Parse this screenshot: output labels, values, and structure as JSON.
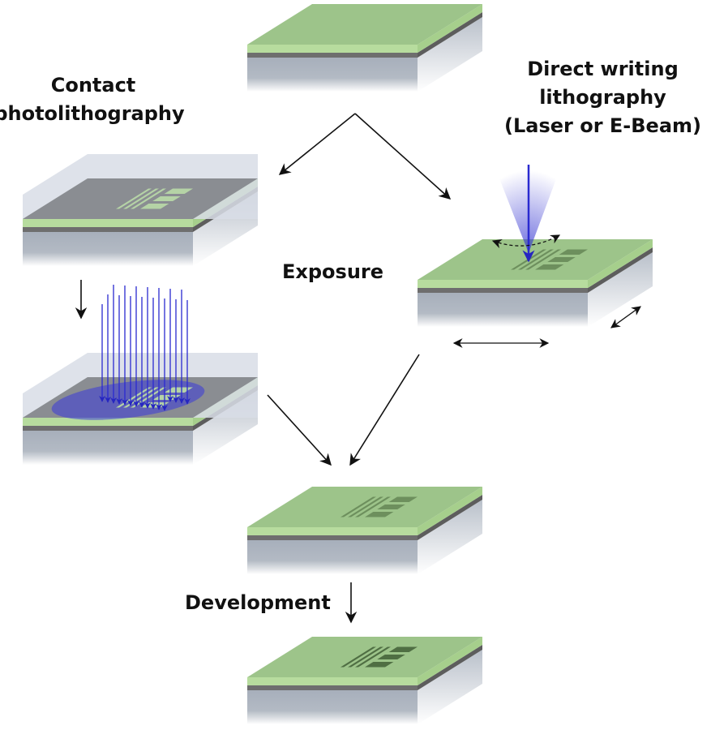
{
  "labels": {
    "contact": [
      "Contact",
      "photolithography"
    ],
    "direct": [
      "Direct writing",
      "lithography",
      "(Laser or E-Beam)"
    ],
    "exposure": "Exposure",
    "development": "Development"
  },
  "colors": {
    "resist_top": "#9dc48a",
    "resist_side": "#b7dc9e",
    "metal": "#6e6e6e",
    "substrate": "#a7afbb",
    "mask": "#8a8d92",
    "glass": "#d8dde6",
    "beam": "#2a2ad0"
  }
}
